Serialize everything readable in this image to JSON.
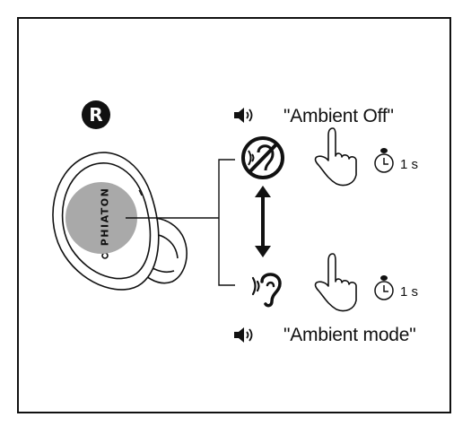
{
  "side_badge": "R",
  "brand_text": "PHIATON",
  "states": [
    {
      "label": "\"Ambient Off\"",
      "icon": "ambient-off-icon",
      "duration": "1 s"
    },
    {
      "label": "\"Ambient mode\"",
      "icon": "ambient-mode-icon",
      "duration": "1 s"
    }
  ],
  "icons": {
    "speaker": "speaker-icon",
    "hand": "finger-press-icon",
    "timer": "stopwatch-icon",
    "toggle": "double-arrow-icon"
  },
  "colors": {
    "line": "#111111",
    "touch_pad": "#a9a9a9",
    "background": "#ffffff"
  }
}
